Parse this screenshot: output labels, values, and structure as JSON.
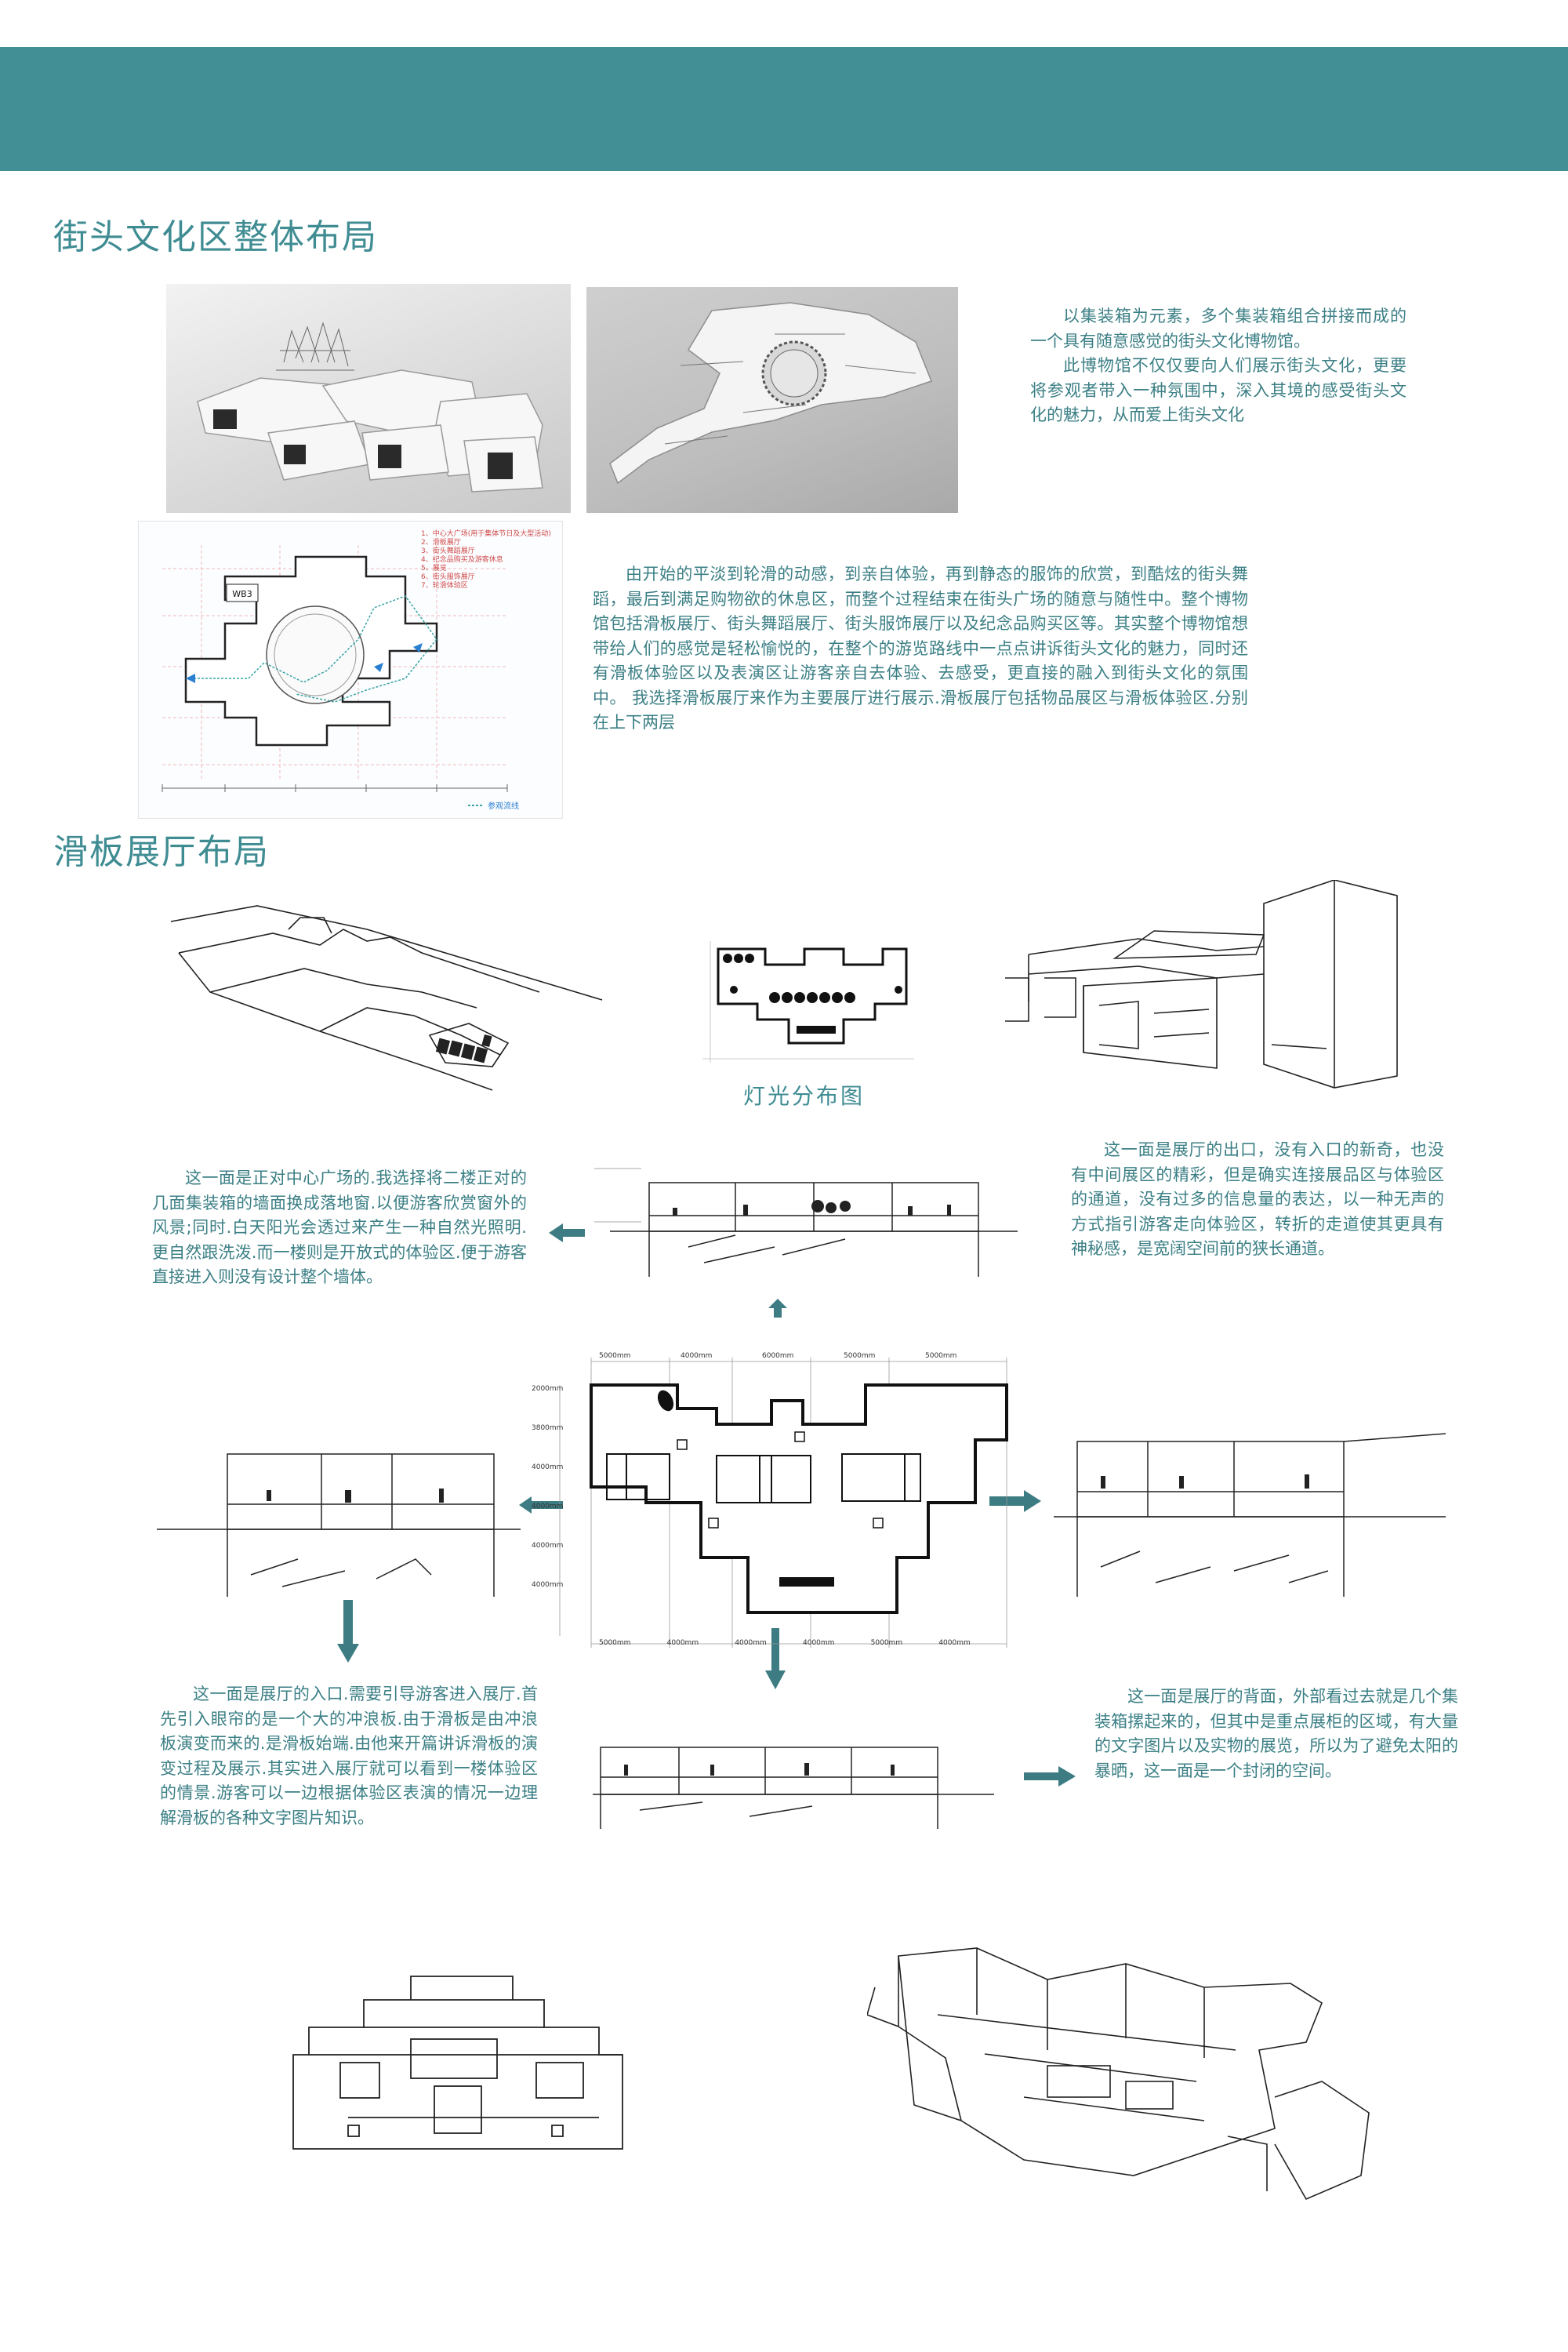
{
  "colors": {
    "accent": "#438f96",
    "text": "#3b7f85",
    "line": "#222222",
    "arrow": "#3d7c82"
  },
  "sections": {
    "overall_layout_title": "街头文化区整体布局",
    "skate_hall_title": "滑板展厅布局"
  },
  "texts": {
    "intro_p1": "以集装箱为元素，多个集装箱组合拼接而成的一个具有随意感觉的街头文化博物馆。",
    "intro_p2": "此博物馆不仅仅要向人们展示街头文化，更要将参观者带入一种氛围中，深入其境的感受街头文化的魅力，从而爱上街头文化",
    "route_paragraph": "由开始的平淡到轮滑的动感，到亲自体验，再到静态的服饰的欣赏，到酷炫的街头舞蹈，最后到满足购物欲的休息区，而整个过程结束在街头广场的随意与随性中。整个博物馆包括滑板展厅、街头舞蹈展厅、街头服饰展厅以及纪念品购买区等。其实整个博物馆想带给人们的感觉是轻松愉悦的，在整个的游览路线中一点点讲诉街头文化的魅力，同时还有滑板体验区以及表演区让游客亲自去体验、去感受，更直接的融入到街头文化的氛围中。 我选择滑板展厅来作为主要展厅进行展示.滑板展厅包括物品展区与滑板体验区.分别在上下两层",
    "lighting_caption": "灯光分布图",
    "north_face": "这一面是正对中心广场的.我选择将二楼正对的几面集装箱的墙面换成落地窗.以便游客欣赏窗外的风景;同时.白天阳光会透过来产生一种自然光照明.更自然跟洗泼.而一楼则是开放式的体验区.便于游客直接进入则没有设计整个墙体。",
    "exit_face": "这一面是展厅的出口，没有入口的新奇，也没有中间展区的精彩，但是确实连接展品区与体验区的通道，没有过多的信息量的表达，以一种无声的方式指引游客走向体验区，转折的走道使其更具有神秘感，是宽阔空间前的狭长通道。",
    "entrance_face": "这一面是展厅的入口.需要引导游客进入展厅.首先引入眼帘的是一个大的冲浪板.由于滑板是由冲浪板演变而来的.是滑板始端.由他来开篇讲诉滑板的演变过程及展示.其实进入展厅就可以看到一楼体验区的情景.游客可以一边根据体验区表演的情况一边理解滑板的各种文字图片知识。",
    "back_face": "这一面是展厅的背面，外部看过去就是几个集装箱摞起来的，但其中是重点展柜的区域，有大量的文字图片以及实物的展览，所以为了避免太阳的暴晒，这一面是一个封闭的空间。"
  },
  "plan_legend": [
    "1、中心大广场(用于集体节日及大型活动)",
    "2、滑板展厅",
    "3、街头舞蹈展厅",
    "4、纪念品购买及游客休息",
    "5、展览",
    "6、街头服饰展厅",
    "7、轮滑体验区"
  ],
  "plan_route_label": "参观流线",
  "plan_room_label": "WB3",
  "dims": {
    "top": [
      "5000mm",
      "4000mm",
      "6000mm",
      "5000mm",
      "5000mm"
    ],
    "bottom": [
      "5000mm",
      "4000mm",
      "4000mm",
      "4000mm",
      "5000mm",
      "4000mm"
    ],
    "left": [
      "2000mm",
      "3800mm",
      "4000mm",
      "4000mm",
      "4000mm",
      "4000mm"
    ]
  }
}
